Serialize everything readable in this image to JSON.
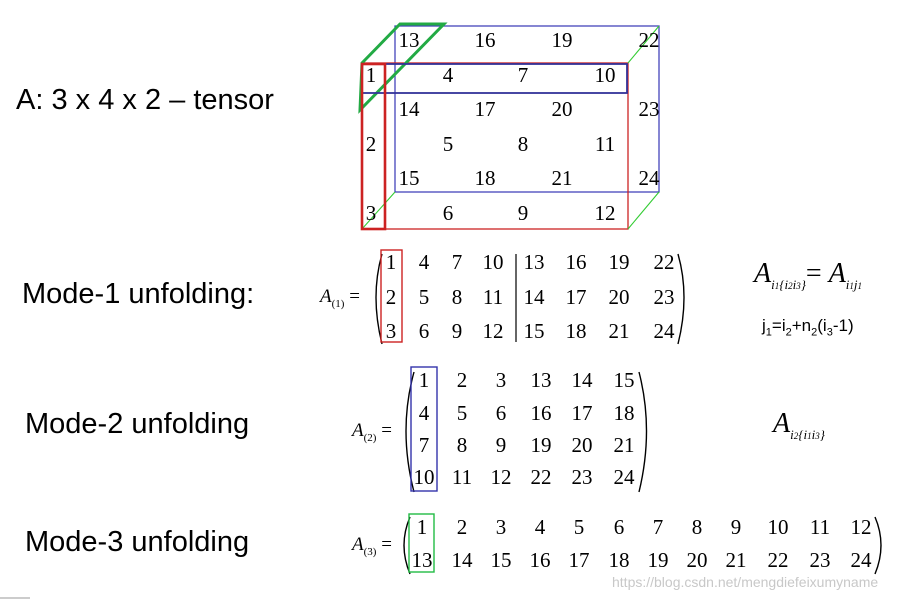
{
  "labels": {
    "tensor": "A: 3 x 4 x 2 – tensor",
    "mode1": "Mode-1 unfolding:",
    "mode2": "Mode-2 unfolding",
    "mode3": "Mode-3 unfolding"
  },
  "tensor": {
    "back_face": [
      [
        "13",
        "16",
        "19",
        "22"
      ],
      [
        "14",
        "17",
        "20",
        "23"
      ],
      [
        "15",
        "18",
        "21",
        "24"
      ]
    ],
    "front_face": [
      [
        "1",
        "4",
        "7",
        "10"
      ],
      [
        "2",
        "5",
        "8",
        "11"
      ],
      [
        "3",
        "6",
        "9",
        "12"
      ]
    ]
  },
  "matrices": {
    "mode1": {
      "name": "A",
      "sub": "(1)",
      "rows": [
        [
          "1",
          "4",
          "7",
          "10",
          "13",
          "16",
          "19",
          "22"
        ],
        [
          "2",
          "5",
          "8",
          "11",
          "14",
          "17",
          "20",
          "23"
        ],
        [
          "3",
          "6",
          "9",
          "12",
          "15",
          "18",
          "21",
          "24"
        ]
      ]
    },
    "mode2": {
      "name": "A",
      "sub": "(2)",
      "rows": [
        [
          "1",
          "2",
          "3",
          "13",
          "14",
          "15"
        ],
        [
          "4",
          "5",
          "6",
          "16",
          "17",
          "18"
        ],
        [
          "7",
          "8",
          "9",
          "19",
          "20",
          "21"
        ],
        [
          "10",
          "11",
          "12",
          "22",
          "23",
          "24"
        ]
      ]
    },
    "mode3": {
      "name": "A",
      "sub": "(3)",
      "rows": [
        [
          "1",
          "2",
          "3",
          "4",
          "5",
          "6",
          "7",
          "8",
          "9",
          "10",
          "11",
          "12"
        ],
        [
          "13",
          "14",
          "15",
          "16",
          "17",
          "18",
          "19",
          "20",
          "21",
          "22",
          "23",
          "24"
        ]
      ]
    }
  },
  "formulas": {
    "mode1_eq": "= ",
    "j_rule_j": "j",
    "j_rule_1": "1",
    "j_rule_eq": "=i",
    "j_rule_2": "2",
    "j_rule_plus": "+n",
    "j_rule_n2": "2",
    "j_rule_i3": "(i",
    "j_rule_3": "3",
    "j_rule_end": "-1)"
  },
  "watermark": "https://blog.csdn.net/mengdiefeixumyname",
  "colors": {
    "red": "#cc2222",
    "blue": "#3333aa",
    "green": "#22aa44",
    "bright_green": "#33cc33"
  }
}
